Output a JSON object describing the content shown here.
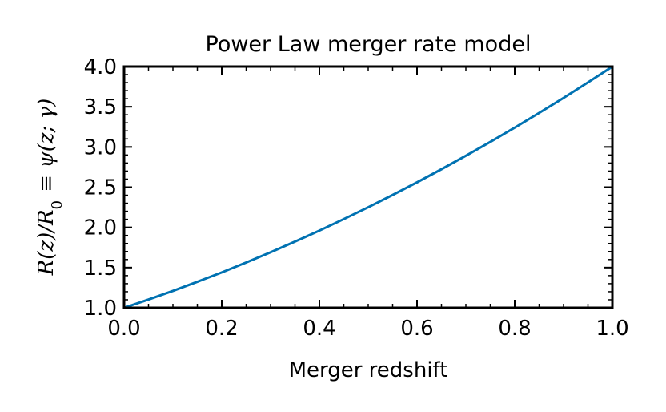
{
  "chart_data": {
    "type": "line",
    "title": "Power Law merger rate model",
    "xlabel": "Merger redshift",
    "ylabel": "R(z)/R₀ ≡ ψ(z; γ)",
    "xlim": [
      0.0,
      1.0
    ],
    "ylim": [
      1.0,
      4.0
    ],
    "x_ticks": [
      0.0,
      0.2,
      0.4,
      0.6,
      0.8,
      1.0
    ],
    "x_tick_labels": [
      "0.0",
      "0.2",
      "0.4",
      "0.6",
      "0.8",
      "1.0"
    ],
    "y_ticks": [
      1.0,
      1.5,
      2.0,
      2.5,
      3.0,
      3.5,
      4.0
    ],
    "y_tick_labels": [
      "1.0",
      "1.5",
      "2.0",
      "2.5",
      "3.0",
      "3.5",
      "4.0"
    ],
    "grid": false,
    "legend": "none",
    "series": [
      {
        "color": "#0072b2",
        "x": [
          0.0,
          0.05,
          0.1,
          0.15,
          0.2,
          0.25,
          0.3,
          0.35,
          0.4,
          0.45,
          0.5,
          0.55,
          0.6,
          0.65,
          0.7,
          0.75,
          0.8,
          0.85,
          0.9,
          0.95,
          1.0
        ],
        "y": [
          1.0,
          1.103,
          1.21,
          1.323,
          1.44,
          1.563,
          1.69,
          1.823,
          1.96,
          2.103,
          2.25,
          2.403,
          2.56,
          2.723,
          2.89,
          3.063,
          3.24,
          3.423,
          3.61,
          3.803,
          4.0
        ]
      }
    ]
  }
}
